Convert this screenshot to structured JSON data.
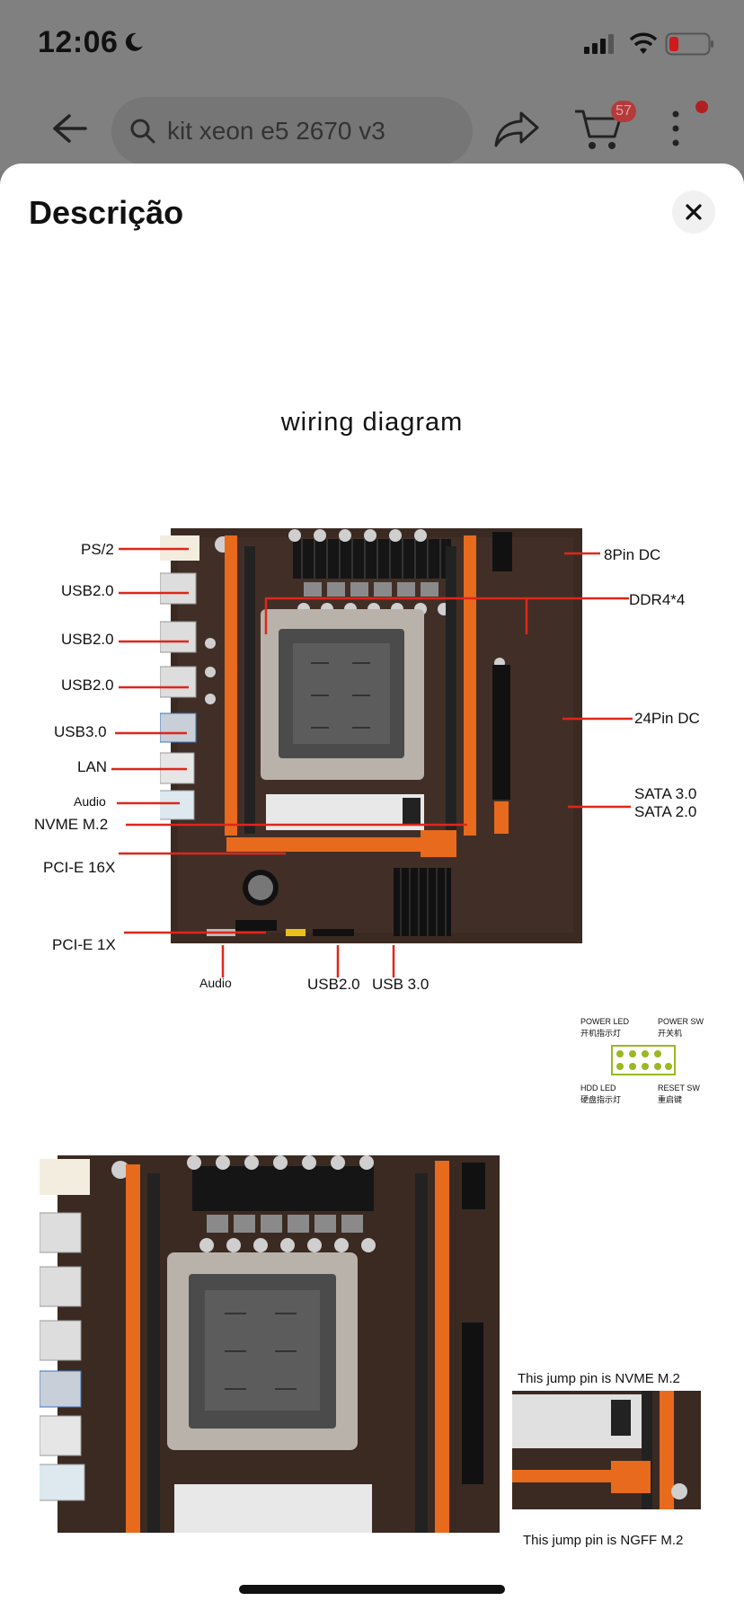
{
  "status_bar": {
    "time": "12:06"
  },
  "nav": {
    "search_query": "kit xeon e5 2670 v3",
    "cart_count": "57"
  },
  "sheet": {
    "title": "Descrição"
  },
  "diagram": {
    "title": "wiring diagram",
    "labels": {
      "ps2": "PS/2",
      "usb20_a": "USB2.0",
      "usb20_b": "USB2.0",
      "usb20_c": "USB2.0",
      "usb30": "USB3.0",
      "lan": "LAN",
      "audio_left": "Audio",
      "nvme": "NVME M.2",
      "pcie16": "PCI-E 16X",
      "pcie1": "PCI-E 1X",
      "pin8": "8Pin DC",
      "ddr4": "DDR4*4",
      "pin24": "24Pin DC",
      "sata3": "SATA 3.0",
      "sata2": "SATA 2.0",
      "audio_bottom": "Audio",
      "usb20_bottom": "USB2.0",
      "usb30_bottom": "USB 3.0"
    },
    "panel": {
      "power_led": "POWER LED",
      "power_led_cn": "开机指示灯",
      "power_sw": "POWER SW",
      "power_sw_cn": "开关机",
      "hdd_led": "HDD LED",
      "hdd_led_cn": "硬盘指示灯",
      "reset_sw": "RESET SW",
      "reset_sw_cn": "重启键"
    }
  },
  "jump": {
    "caption1": "This jump pin is   NVME M.2",
    "caption2": "This jump pin is  NGFF M.2"
  },
  "colors": {
    "board": "#3b2a22",
    "slot_orange": "#e86a1c",
    "label_line": "#e0261a"
  }
}
